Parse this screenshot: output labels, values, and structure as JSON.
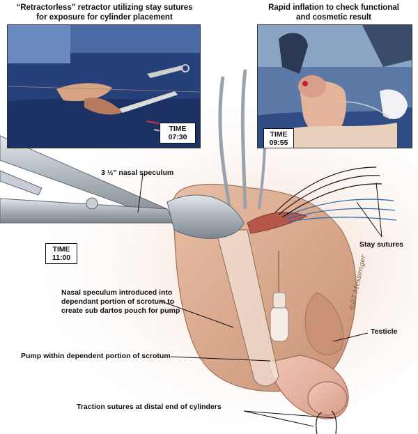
{
  "photo_left": {
    "caption_lines": [
      "“Retractorless” retractor utilizing stay sutures",
      "for exposure for cylinder placement"
    ],
    "time_label": "TIME",
    "time_value": "07:30"
  },
  "photo_right": {
    "caption_lines": [
      "Rapid inflation to check functional",
      "and cosmetic result"
    ],
    "time_label": "TIME",
    "time_value": "09:55"
  },
  "main_time": {
    "label": "TIME",
    "value": "11:00"
  },
  "labels": {
    "speculum": "3 ½\" nasal speculum",
    "stay_sutures": "Stay sutures",
    "pouch_lines": [
      "Nasal speculum introduced into",
      "dependant portion of scrotum to",
      "create sub dartos pouch for pump"
    ],
    "testicle": "Testicle",
    "pump": "Pump within dependent portion of scrotum",
    "traction": "Traction sutures at distal end of cylinders"
  },
  "signature": "©07 Messenger",
  "colors": {
    "skin": "#e9bfa4",
    "skin_shadow": "#c98f74",
    "drape_blue": "#3a5a96",
    "instrument": "#b8c0c8",
    "suture_blue": "#2f6fb0"
  }
}
